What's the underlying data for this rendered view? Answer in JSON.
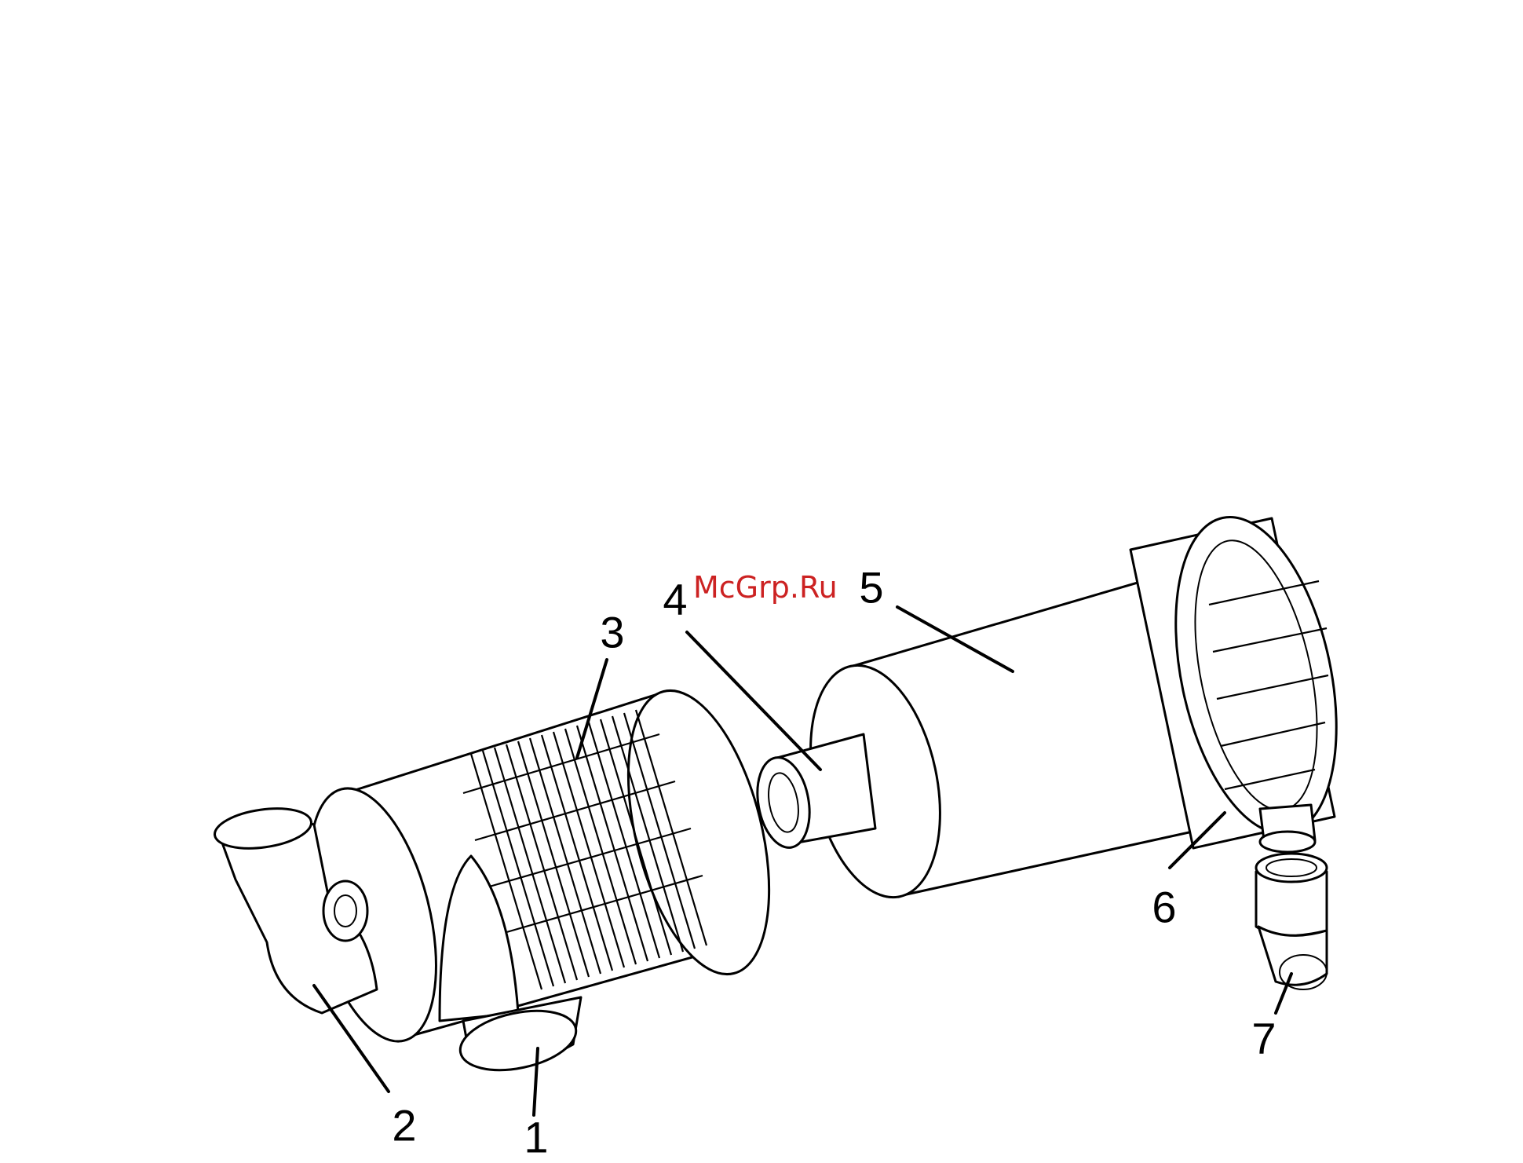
{
  "watermark": "McGrp.Ru",
  "callouts": [
    {
      "id": "1",
      "text": "1"
    },
    {
      "id": "2",
      "text": "2"
    },
    {
      "id": "3",
      "text": "3"
    },
    {
      "id": "4",
      "text": "4"
    },
    {
      "id": "5",
      "text": "5"
    },
    {
      "id": "6",
      "text": "6"
    },
    {
      "id": "7",
      "text": "7"
    }
  ],
  "colors": {
    "line": "#000000",
    "watermark": "#cc2222",
    "background": "#ffffff"
  }
}
